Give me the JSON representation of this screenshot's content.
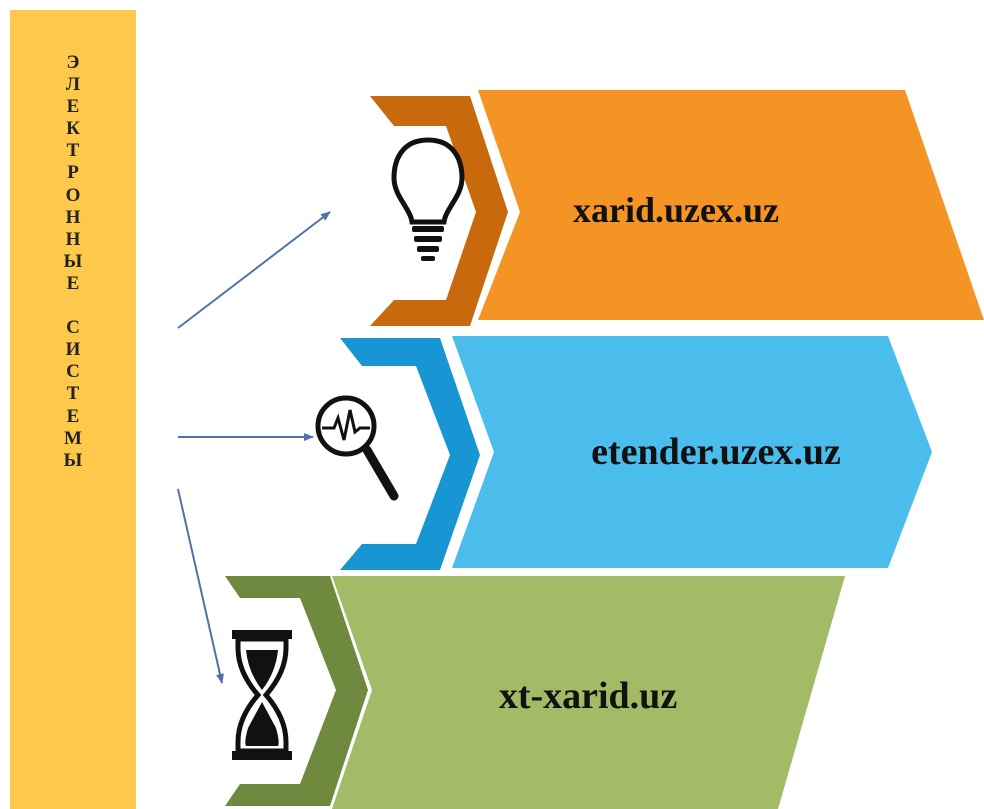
{
  "banner": {
    "letters": [
      "Э",
      "Л",
      "Е",
      "К",
      "Т",
      "Р",
      "О",
      "Н",
      "Н",
      "Ы",
      "Е",
      "",
      "С",
      "И",
      "С",
      "Т",
      "Е",
      "М",
      "Ы"
    ],
    "color": "#fec84a"
  },
  "systems": [
    {
      "label": "xarid.uzex.uz",
      "icon": "lightbulb-icon",
      "color": "#f49425",
      "accent": "#c8690d"
    },
    {
      "label": "etender.uzex.uz",
      "icon": "magnifier-pulse-icon",
      "color": "#4bbdec",
      "accent": "#1796d3"
    },
    {
      "label": "xt-xarid.uz",
      "icon": "hourglass-icon",
      "color": "#a3bb66",
      "accent": "#6f8a3e"
    }
  ],
  "arrow_color": "#4f73a8"
}
